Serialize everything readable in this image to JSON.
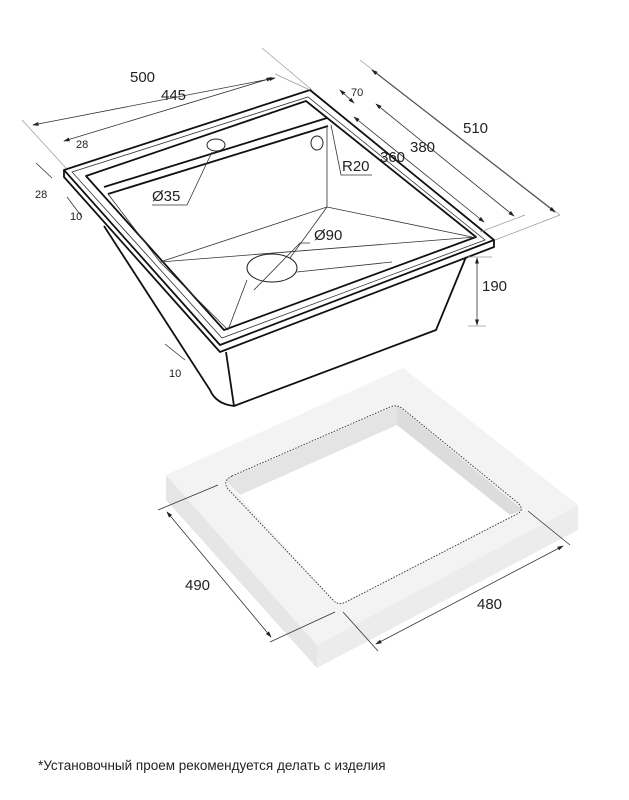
{
  "sink": {
    "dims": {
      "overall_width": "500",
      "bowl_width": "445",
      "rim_front": "28",
      "rim_side": "28",
      "edge_left": "10",
      "edge_front": "10",
      "rear_deck": "70",
      "overall_depth": "510",
      "bowl_depth_outer": "380",
      "bowl_depth_inner": "360",
      "corner_radius": "R20",
      "tap_hole": "Ø35",
      "drain": "Ø90",
      "height": "190"
    }
  },
  "cutout": {
    "dims": {
      "depth": "490",
      "width": "480"
    }
  },
  "footnote": "*Установочный проем рекомендуется делать с изделия",
  "colors": {
    "line": "#111111",
    "countertop_top": "#f3f3f3",
    "countertop_side": "#e6e6e6"
  }
}
